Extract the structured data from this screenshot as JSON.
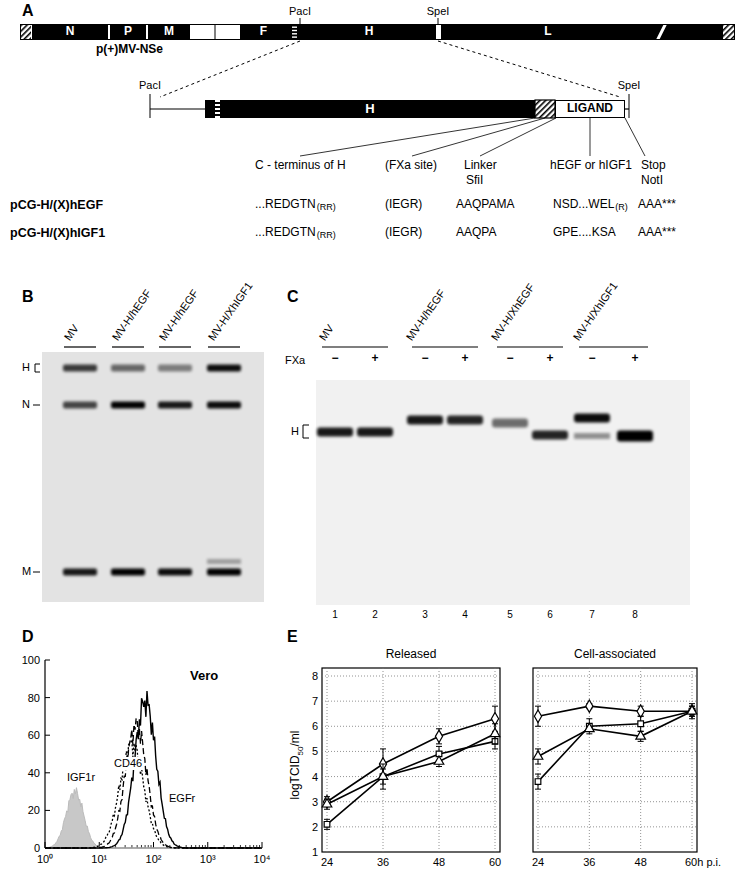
{
  "diagram": {
    "nodes": [
      {
        "text": [
          "p(+)MV-NSe"
        ]
      },
      {
        "text": [
          "N"
        ],
        "in": 0
      },
      {
        "text": [
          "P"
        ],
        "in": 0
      },
      {
        "text": [
          "M"
        ],
        "in": 0
      },
      {
        "text": [
          "F"
        ],
        "in": 0
      },
      {
        "text": [
          "H"
        ],
        "in": 0
      },
      {
        "text": [
          "L"
        ],
        "in": 0
      },
      {
        "text": [
          "H"
        ]
      },
      {
        "text": [
          "LIGAND"
        ]
      }
    ],
    "labels": [
      "A",
      "PacI",
      "SpeI",
      "PacI",
      "SpeI",
      "C - terminus of H",
      "(FXa site)",
      "Linker",
      "SfiI",
      "hEGF or hIGF1",
      "Stop",
      "NotI",
      "pCG-H/(X)hEGF",
      "...REDGTN",
      "(RR)",
      "(IEGR)",
      "AAQPAMA",
      "NSD...WEL",
      "(R)",
      "AAA***",
      "pCG-H/(X)hIGF1",
      "...REDGTN",
      "(RR)",
      "(IEGR)",
      "AAQPA",
      "GPE....KSA",
      "AAA***",
      "B",
      "MV",
      "MV-H/hEGF",
      "MV-H/hEGF",
      "MV-H/XhIGF1",
      "H",
      "N",
      "M",
      "C",
      "MV",
      "MV-H/hEGF",
      "MV-H/XhEGF",
      "MV-H/XhIGF1",
      "FXa",
      "−",
      "+",
      "−",
      "+",
      "−",
      "+",
      "−",
      "+",
      "H",
      "1",
      "2",
      "3",
      "4",
      "5",
      "6",
      "7",
      "8",
      "D",
      "0",
      "20",
      "40",
      "60",
      "80",
      "100",
      "10⁰",
      "10¹",
      "10²",
      "10³",
      "10⁴",
      "Vero",
      "CD46",
      "IGF1r",
      "EGFr",
      "E",
      "Released",
      "Cell-associated",
      "logTCID",
      "50",
      "/ml",
      "1",
      "2",
      "3",
      "4",
      "5",
      "6",
      "7",
      "8",
      "24",
      "36",
      "48",
      "60",
      "24",
      "36",
      "48",
      "60h p.i."
    ]
  }
}
